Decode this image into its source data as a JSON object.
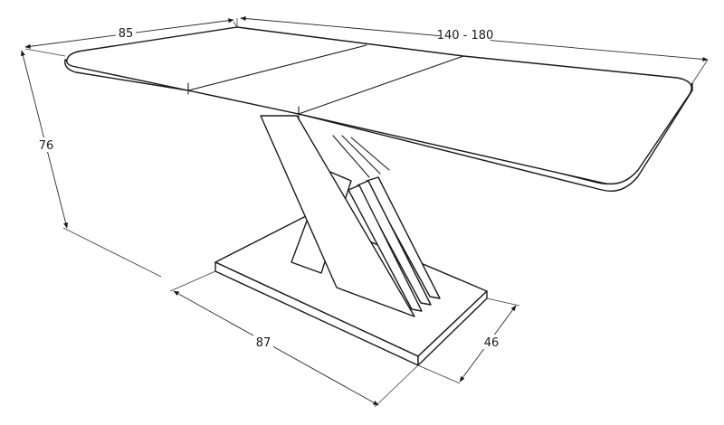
{
  "dimensions": {
    "table_depth": "85",
    "table_length": "140 - 180",
    "table_height": "76",
    "base_length": "87",
    "base_width": "46"
  }
}
